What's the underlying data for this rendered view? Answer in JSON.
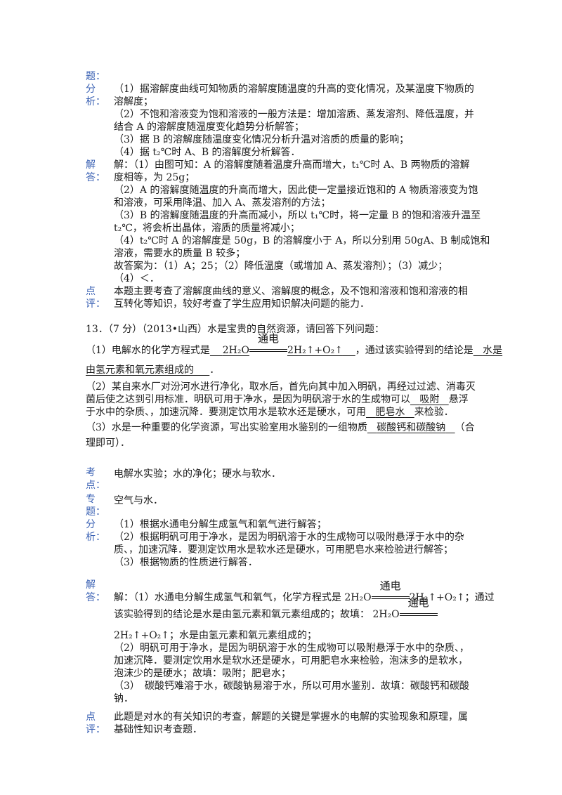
{
  "labels": {
    "ti": "题：",
    "fen": "分",
    "xi": "析：",
    "jie": "解",
    "da": "答：",
    "dian": "点",
    "ping": "评：",
    "kao": "考",
    "dian_pt": "点：",
    "zhuan": "专",
    "ti2": "题："
  },
  "q12": {
    "analysis": [
      "（1）据溶解度曲线可知物质的溶解度随温度的升高的变化情况，及某温度下物质的",
      "溶解度；",
      "（2）不饱和溶液变为饱和溶液的一般方法是：增加溶质、蒸发溶剂、降低温度，并",
      "结合 A 的溶解度随温度变化趋势分析解答；",
      "（3）据 B 的溶解度随温度变化情况分析升温对溶质的质量的影响；",
      "（4）据 t₂℃时 A、B 的溶解度分析解答．"
    ],
    "solution": [
      "解：（1）由图可知：A 的溶解度随着温度升高而增大，t₁℃时 A、B 两物质的溶解",
      "度相等，为 25g；",
      "（2）A 的溶解度随温度的升高而增大，因此使一定量接近饱和的 A 物质溶液变为饱",
      "和溶液，可采用降温、加入 A、蒸发溶剂的方法；",
      "（3）B 的溶解度随温度的升高而减小，所以 t₁℃时，将一定量 B 的饱和溶液升温至",
      "t₂℃，将会析出晶体，溶质的质量将减小；",
      "（4）t₂℃时 A 的溶解度是 50g，B 的溶解度小于 A，所以分别用 50gA、B 制成饱和",
      "溶液，需要水的质量 B 较多；",
      "故答案为：（1）A；25；（2）降低温度（或增加 A、蒸发溶剂）；（3）减少；",
      "（4）＜．"
    ],
    "comment": [
      "本题主要考查了溶解度曲线的意义、溶解度的概念，及不饱和溶液和饱和溶液的相",
      "互转化等知识，较好考查了学生应用知识解决问题的能力．"
    ]
  },
  "q13": {
    "header": "13．（7 分）（2013•山西）水是宝贵的自然资源，请回答下列问题：",
    "p1_prefix": "（1）电解水的化学方程式是",
    "eq_left": "2H₂O",
    "eq_cond": "通电",
    "eq_right": "2H₂↑+O₂↑",
    "p1_mid": "，通过该实验得到的结论是",
    "p1_ans_a": "水是",
    "p1_ans_b": "由氢元素和氧元素组成的",
    "p1_end": "．",
    "p2_l1": "（2）某自来水厂对汾河水进行净化，取水后，首先向其中加入明矾，再经过过滤、消毒灭",
    "p2_l2": "菌后使之达到引用标准．明矾可用于净水，是因为明矾溶于水的生成物可以",
    "p2_ans1": "吸附",
    "p2_l2_end": "悬浮",
    "p2_l3a": "于水中的杂质、，加速沉降．要测定饮用水是软水还是硬水，可用",
    "p2_ans2": "肥皂水",
    "p2_l3b": "来检验．",
    "p3_l1a": "（3）水是一种重要的化学资源，写出实验室用水鉴别的一组物质",
    "p3_ans": "碳酸钙和碳酸钠",
    "p3_l1b": "（合",
    "p3_l2": "理即可）．",
    "points": "电解水实验；水的净化；硬水与软水．",
    "topic": "空气与水．",
    "analysis": [
      "（1）根据水通电分解生成氢气和氧气进行解答；",
      "（2）根据明矾可用于净水，是因为明矾溶于水的生成物可以吸附悬浮于水中的杂",
      "质、，加速沉降．要测定饮用水是软水还是硬水，可用肥皂水来检验进行解答；",
      "（3）根据物质的性质进行解答．"
    ],
    "sol_l1": "解：（1）水通电分解生成氢气和氧气，化学方程式是",
    "sol_l1_end": "；通过",
    "sol_l2": "该实验得到的结论是水是由氢元素和氧元素组成的；故填：",
    "sol_l3": "；水是由氢元素和氧元素组成的；",
    "solution_rest": [
      "（2）明矾可用于净水，是因为明矾溶于水的生成物可以吸附悬浮于水中的杂质、，",
      "加速沉降．要测定饮用水是软水还是硬水，可用肥皂水来检验，泡沫多的是软水，",
      "泡沫少的是硬水；故填：吸附；肥皂水；",
      "（3）　碳酸钙难溶于水，碳酸钠易溶于水，所以可用水鉴别．故填：碳酸钙和碳酸",
      "钠．"
    ],
    "comment": [
      "此题是对水的有关知识的考查，解题的关键是掌握水的电解的实验现象和原理，属",
      "基础性知识考查题．"
    ]
  }
}
